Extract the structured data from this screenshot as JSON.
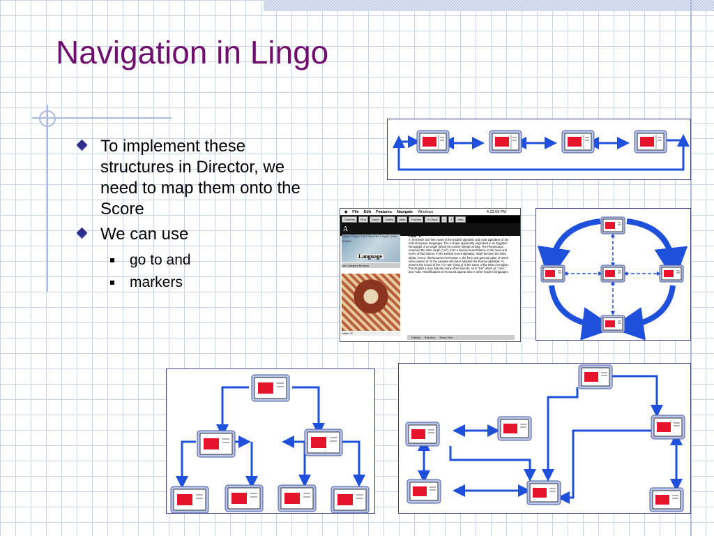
{
  "slide": {
    "title": "Navigation in Lingo",
    "bullets": [
      {
        "text": "To implement these structures in Director, we need to map them onto the Score"
      },
      {
        "text": "We can use",
        "sub": [
          "go to and",
          "markers"
        ]
      }
    ]
  },
  "colors": {
    "title": "#6e0f6e",
    "arrow": "#1e50dc",
    "screen": "#e6142a",
    "node_frame": "#b8c4ec"
  },
  "icons": {
    "bullet": "diamond-bullet",
    "sub_bullet": "square-bullet",
    "node": "window-node-icon"
  },
  "director": {
    "menu": [
      "File",
      "Edit",
      "Features",
      "Navigate",
      "Windows"
    ],
    "clock": "4:23:59 PM",
    "toolbar": [
      "Contents",
      "Find",
      "Game",
      "Gallery",
      "Atlas",
      "Timeline",
      "Go Back",
      "<",
      "Z",
      "Help"
    ],
    "letter": "A",
    "image_words": "lingua  lingua  taal  Sprache  langue  язык  lengua",
    "image_label": "Language",
    "tabs": "List   Category Browser",
    "caption": "Letter \"A\"",
    "article_title": "Letter \"A\"",
    "article_body": "A, first letter and first vowel of the English alphabet and most alphabets of the Indo-European languages. The A shape apparently originated in an Egyptian hieroglyph of an eagle (ahom) in cursive hieratic writing. The Phoenicians renamed the letter aleph (\"ox\"), from a fancied resemblance to the head and horns of that animal. In the earliest Greek alphabet, aleph became the letter alpha; in turn, this became the Roman A, the form and general value of which were passed on to the peoples who later adopted the Roman alphabet. At present the sound of the A in \"ate\" (long a) is the name of the letter in English. The English a may indicate many other sounds, as in \"bat\" (short a), \"care,\" and \"sofa.\" Modifications of its sound appear also in other modern languages.",
    "bottom": [
      "Gallery",
      "See Also",
      "Every Text"
    ]
  }
}
